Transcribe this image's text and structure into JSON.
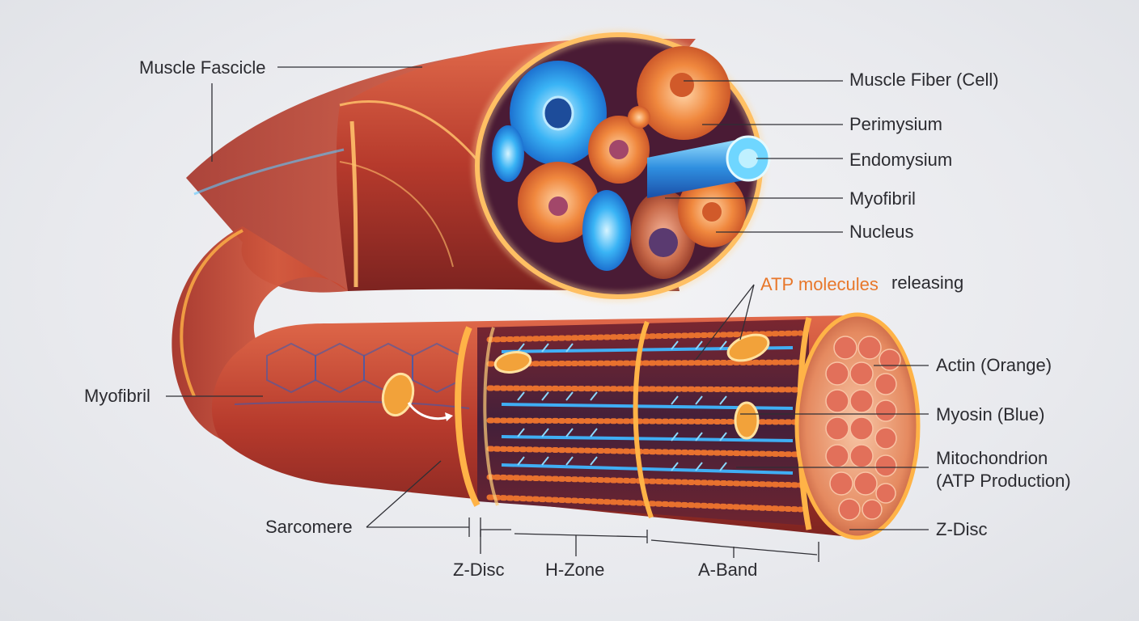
{
  "labels": {
    "muscle_fascicle": "Muscle Fascicle",
    "muscle_fiber": "Muscle Fiber (Cell)",
    "perimysium": "Perimysium",
    "endomysium": "Endomysium",
    "myofibril_top": "Myofibril",
    "nucleus": "Nucleus",
    "atp_molecules": "ATP molecules",
    "releasing": "releasing",
    "actin": "Actin (Orange)",
    "myosin": "Myosin (Blue)",
    "mitochondrion_line1": "Mitochondrion",
    "mitochondrion_line2": "(ATP Production)",
    "myofibril_left": "Myofibril",
    "sarcomere": "Sarcomere",
    "z_disc_bottom": "Z-Disc",
    "h_zone": "H-Zone",
    "a_band": "A-Band",
    "z_disc_right": "Z-Disc"
  },
  "colors": {
    "actin": "#e8712e",
    "myosin": "#2aa8f0",
    "muscle": "#b8402e",
    "glow": "#ffb347",
    "label_text": "#2b2b30",
    "atp_text": "#e8772a"
  }
}
